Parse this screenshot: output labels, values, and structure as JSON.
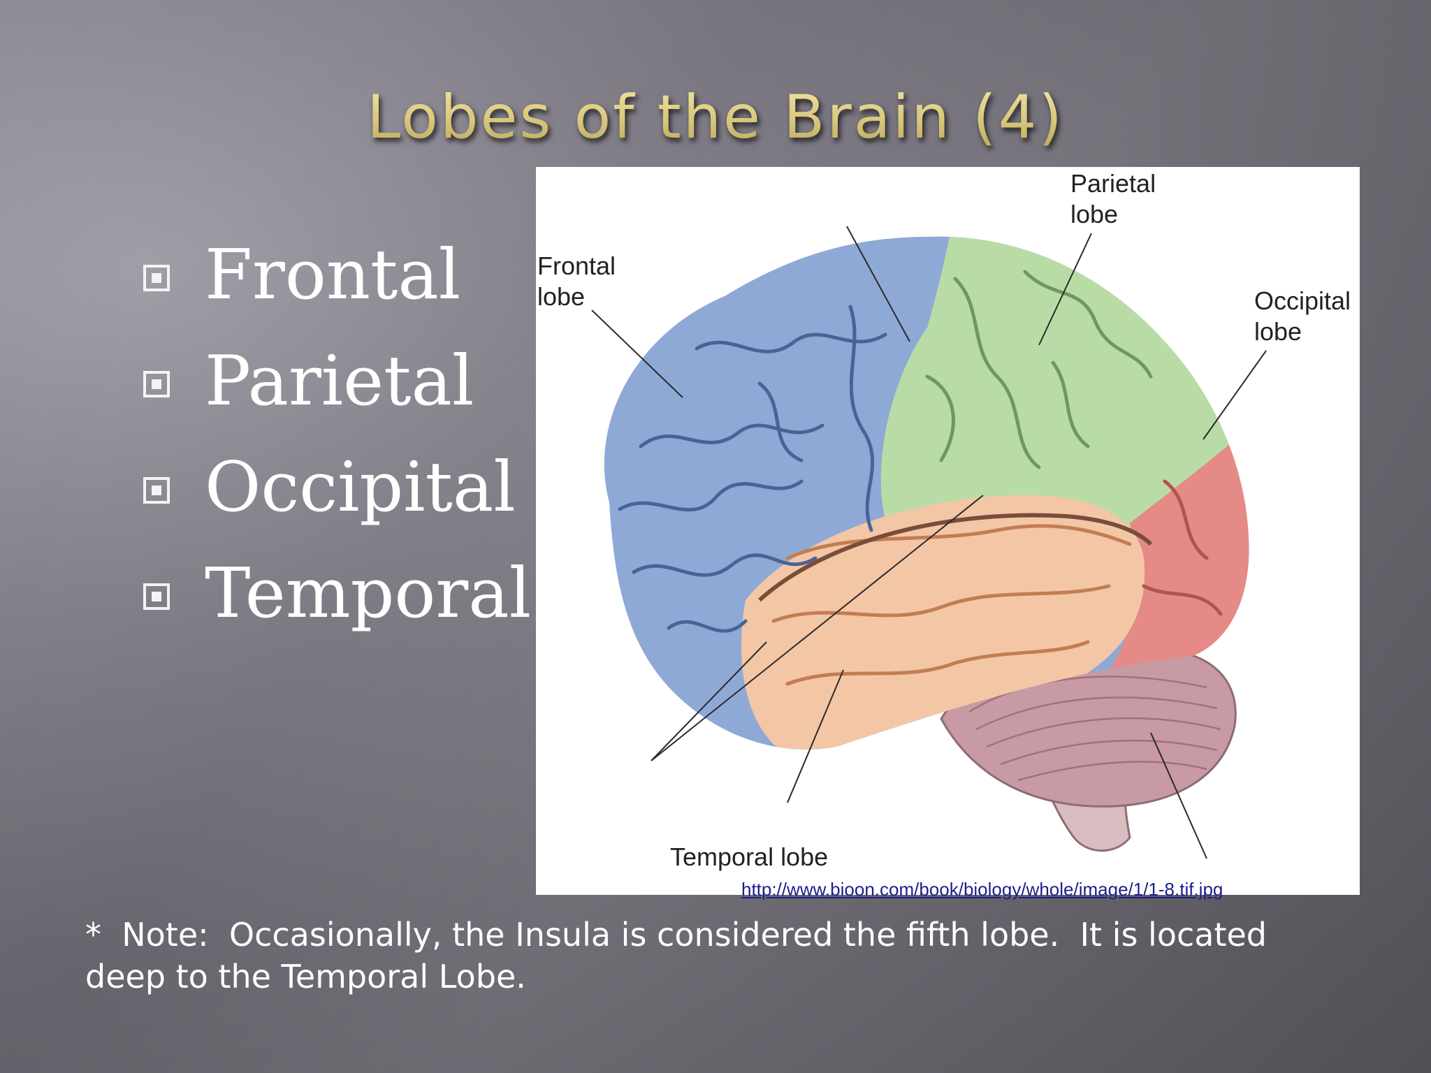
{
  "slide": {
    "title": "Lobes of the Brain (4)",
    "bullets": [
      {
        "label": "Frontal"
      },
      {
        "label": "Parietal"
      },
      {
        "label": "Occipital"
      },
      {
        "label": "Temporal"
      }
    ],
    "note": "*  Note:  Occasionally, the Insula is considered the fifth lobe.  It is located deep to the Temporal Lobe."
  },
  "figure": {
    "labels": {
      "frontal_line1": "Frontal",
      "frontal_line2": "lobe",
      "parietal_line1": "Parietal",
      "parietal_line2": "lobe",
      "occipital_line1": "Occipital",
      "occipital_line2": "lobe",
      "temporal": "Temporal lobe"
    },
    "source_url": "http://www.bioon.com/book/biology/whole/image/1/1-8.tif.jpg",
    "colors": {
      "frontal": "#8fa9d6",
      "parietal": "#b9dca6",
      "occipital": "#e58a86",
      "temporal": "#f3c6a6",
      "cerebellum": "#c89aa4"
    }
  }
}
